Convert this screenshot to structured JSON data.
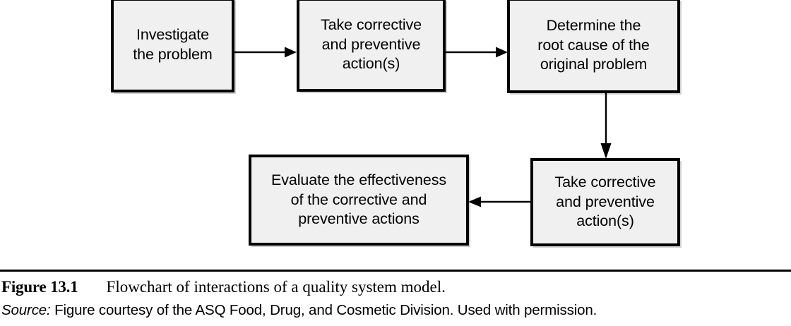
{
  "figure": {
    "nodes": [
      {
        "id": "investigate",
        "text": "Investigate\nthe problem"
      },
      {
        "id": "action_1",
        "text": "Take corrective\nand preventive\naction(s)"
      },
      {
        "id": "root_cause",
        "text": "Determine the\nroot cause of the\noriginal problem"
      },
      {
        "id": "evaluate",
        "text": "Evaluate the effectiveness\nof the corrective and\npreventive actions"
      },
      {
        "id": "action_2",
        "text": "Take corrective\nand preventive\naction(s)"
      }
    ],
    "arrows": [
      {
        "id": "investigate_to_action1",
        "from": "investigate",
        "to": "action_1",
        "direction": "right"
      },
      {
        "id": "action1_to_rootcause",
        "from": "action_1",
        "to": "root_cause",
        "direction": "right"
      },
      {
        "id": "rootcause_to_action2",
        "from": "root_cause",
        "to": "action_2",
        "direction": "down"
      },
      {
        "id": "action2_to_evaluate",
        "from": "action_2",
        "to": "evaluate",
        "direction": "left"
      }
    ],
    "colors": {
      "node_fill": "#eff0ef",
      "node_border": "#000000",
      "arrow": "#000000",
      "text": "#000000",
      "background": "#ffffff"
    }
  },
  "caption": {
    "label": "Figure 13.1",
    "text": "Flowchart of interactions of a quality system model.",
    "source_label": "Source:",
    "source_text": " Figure courtesy of the ASQ Food, Drug, and Cosmetic Division. Used with permission."
  }
}
